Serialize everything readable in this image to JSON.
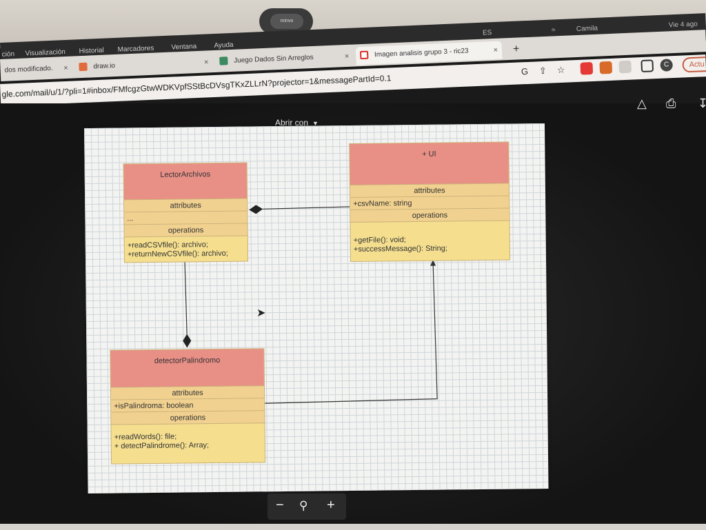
{
  "camera": {
    "label": "minvo"
  },
  "menubar": {
    "items": [
      "ción",
      "Visualización",
      "Historial",
      "Marcadores",
      "Ventana",
      "Ayuda"
    ],
    "right": {
      "user": "Camila",
      "datetime": "Vie 4 ago",
      "lang": "ES"
    }
  },
  "tabs": [
    {
      "label": "dos modificado.",
      "favicon_color": "#888888"
    },
    {
      "label": "draw.io",
      "favicon_color": "#e06b3c"
    },
    {
      "label": "Juego Dados Sin Arreglos",
      "favicon_color": "#3c8a5f"
    },
    {
      "label": "Imagen analisis grupo 3 - ric23",
      "favicon_color": "#d93025",
      "active": true
    }
  ],
  "new_tab_label": "+",
  "address": {
    "url": "gle.com/mail/u/1/?pli=1#inbox/FMfcgzGtwWDKVpfSStBcDVsgTKxZLLrN?projector=1&messagePartId=0.1",
    "update_label": "Actu",
    "profile_initial": "C"
  },
  "viewer": {
    "open_with": "Abrir con",
    "zoom": {
      "minus": "−",
      "zoom_icon": "magnifier",
      "plus": "+"
    }
  },
  "diagram": {
    "classes": [
      {
        "name": "LectorArchivos",
        "attributes_label": "attributes",
        "attributes": [
          "..."
        ],
        "operations_label": "operations",
        "operations": [
          "+readCSVfile(): archivo;",
          "+returnNewCSVfile(): archivo;"
        ]
      },
      {
        "name": "+ UI",
        "attributes_label": "attributes",
        "attributes": [
          "+csvName: string"
        ],
        "operations_label": "operations",
        "operations": [
          "+getFile(): void;",
          "+successMessage(): String;"
        ]
      },
      {
        "name": "detectorPalindromo",
        "attributes_label": "attributes",
        "attributes": [
          "+isPalindroma: boolean"
        ],
        "operations_label": "operations",
        "operations": [
          "+readWords(): file;",
          "+ detectPalindrome(): Array;"
        ]
      }
    ]
  },
  "colors": {
    "class_header": "#e88f86",
    "class_section": "#f1d18f",
    "class_body": "#f5df8f",
    "accent_update": "#c45a3f"
  }
}
